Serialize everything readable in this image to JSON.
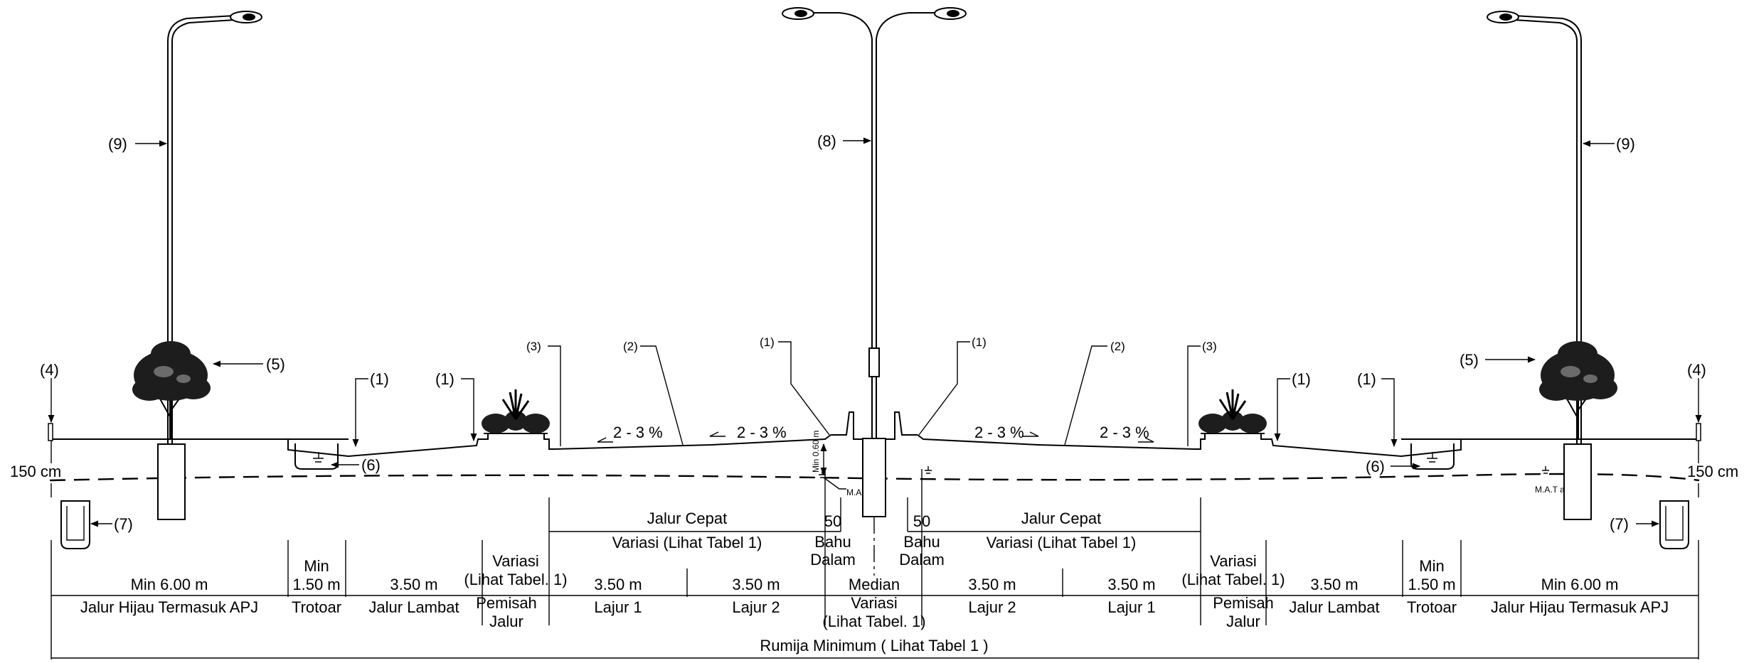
{
  "callouts": {
    "c1": "(1)",
    "c2": "(2)",
    "c3": "(3)",
    "c4": "(4)",
    "c5": "(5)",
    "c6": "(6)",
    "c7": "(7)",
    "c8": "(8)",
    "c9": "(9)"
  },
  "slope_label": "2 - 3 %",
  "height_label": "150 cm",
  "water_table_label": "M.A.T asli",
  "min_depth_label": "Min 0.60 m",
  "lane_group": {
    "title": "Jalur Cepat",
    "subtitle": "Variasi  (Lihat Tabel 1)"
  },
  "shoulder": {
    "width": "50",
    "line1": "Bahu",
    "line2": "Dalam"
  },
  "dimensions": {
    "green_belt": {
      "width": "Min 6.00 m",
      "name": "Jalur Hijau Termasuk APJ"
    },
    "sidewalk": {
      "width_line1": "Min",
      "width_line2": "1.50 m",
      "name": "Trotoar"
    },
    "slow_lane": {
      "width": "3.50 m",
      "name": "Jalur Lambat"
    },
    "separator": {
      "width_line1": "Variasi",
      "width_line2": "(Lihat Tabel. 1)",
      "name_line1": "Pemisah",
      "name_line2": "Jalur"
    },
    "lane1": {
      "width": "3.50 m",
      "name": "Lajur 1"
    },
    "lane2": {
      "width": "3.50 m",
      "name": "Lajur 2"
    },
    "median": {
      "width_line1": "Median",
      "width_line2": "Variasi",
      "width_line3": "(Lihat Tabel. 1)"
    }
  },
  "row_total": "Rumija Minimum ( Lihat Tabel 1 )"
}
